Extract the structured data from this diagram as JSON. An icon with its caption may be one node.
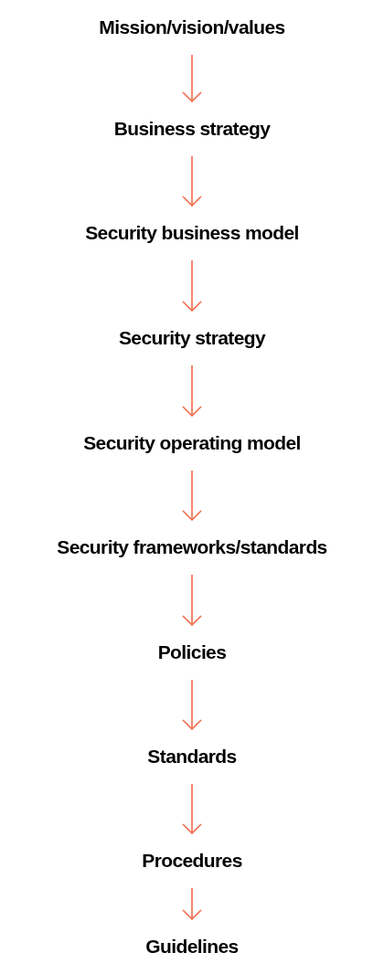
{
  "diagram": {
    "nodes": [
      {
        "text": [
          "Mission/vision/values"
        ]
      },
      {
        "text": [
          "Business strategy"
        ]
      },
      {
        "text": [
          "Security business model"
        ]
      },
      {
        "text": [
          "Security strategy"
        ]
      },
      {
        "text": [
          "Security operating model"
        ]
      },
      {
        "text": [
          "Security frameworks/standards"
        ]
      },
      {
        "text": [
          "Policies"
        ]
      },
      {
        "text": [
          "Standards"
        ]
      },
      {
        "text": [
          "Procedures"
        ]
      },
      {
        "text": [
          "Guidelines"
        ]
      }
    ],
    "edges": [
      {
        "from": 0,
        "to": 1,
        "arrow": "to"
      },
      {
        "from": 1,
        "to": 2,
        "arrow": "to"
      },
      {
        "from": 2,
        "to": 3,
        "arrow": "to"
      },
      {
        "from": 3,
        "to": 4,
        "arrow": "to"
      },
      {
        "from": 4,
        "to": 5,
        "arrow": "to"
      },
      {
        "from": 5,
        "to": 6,
        "arrow": "to"
      },
      {
        "from": 6,
        "to": 7,
        "arrow": "to"
      },
      {
        "from": 7,
        "to": 8,
        "arrow": "to"
      },
      {
        "from": 8,
        "to": 9,
        "arrow": "to"
      }
    ]
  }
}
